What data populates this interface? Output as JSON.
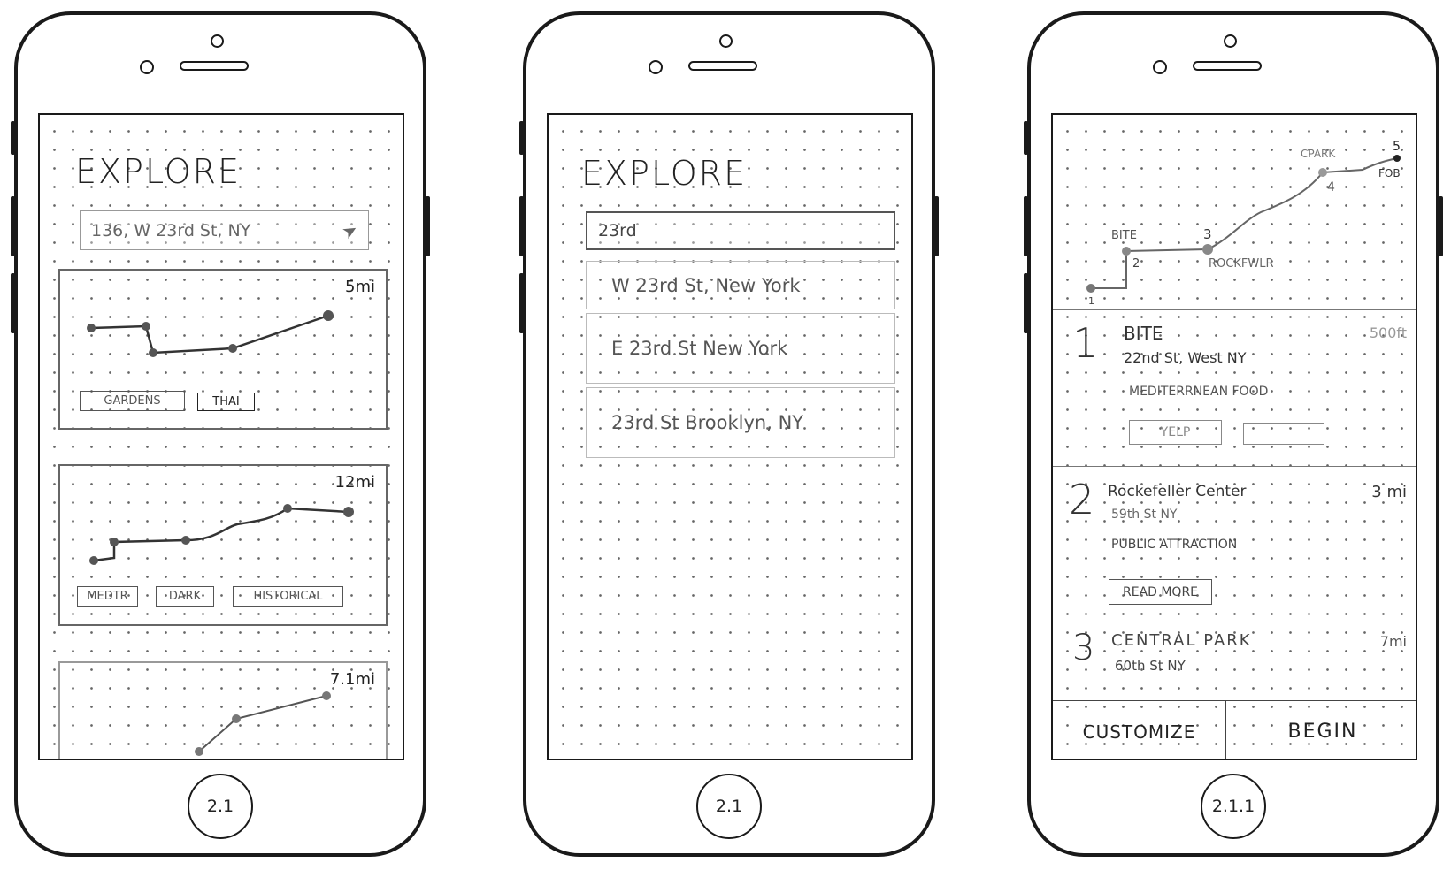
{
  "screens": [
    {
      "label": "2.1",
      "title": "EXPLORE",
      "location_field": {
        "value": "136, W 23rd St, NY",
        "icon": "navigation-arrow-icon"
      },
      "routes": [
        {
          "distance": "5mi",
          "tags": [
            "GARDENS",
            "THAI"
          ]
        },
        {
          "distance": "12mi",
          "tags": [
            "MEDTR",
            "DARK",
            "HISTORICAL"
          ]
        },
        {
          "distance": "7.1mi",
          "tags": []
        }
      ]
    },
    {
      "label": "2.1",
      "title": "EXPLORE",
      "search_field": {
        "value": "23rd"
      },
      "suggestions": [
        "W 23rd St, New York",
        "E 23rd St New York",
        "23rd St Brooklyn, NY"
      ]
    },
    {
      "label": "2.1.1",
      "map": {
        "stops": [
          {
            "number": "1",
            "name": ""
          },
          {
            "number": "2",
            "name": "BITE"
          },
          {
            "number": "3",
            "name": "ROCKFWLR"
          },
          {
            "number": "4",
            "name": "CPARK"
          },
          {
            "number": "5",
            "name": "FOB"
          }
        ]
      },
      "stops": [
        {
          "number": "1",
          "name": "BITE",
          "distance": "500ft",
          "address": "22nd St, West NY",
          "category": "MEDITERRNEAN FOOD",
          "buttons": [
            "YELP",
            ""
          ]
        },
        {
          "number": "2",
          "name": "Rockefeller Center",
          "distance": "3 mi",
          "address": "59th St NY",
          "category": "PUBLIC ATTRACTION",
          "buttons": [
            "READ MORE"
          ]
        },
        {
          "number": "3",
          "name": "CENTRAL PARK",
          "distance": "7mi",
          "address": "60th St NY"
        }
      ],
      "actions": {
        "customize": "CUSTOMIZE",
        "begin": "BEGIN"
      }
    }
  ]
}
